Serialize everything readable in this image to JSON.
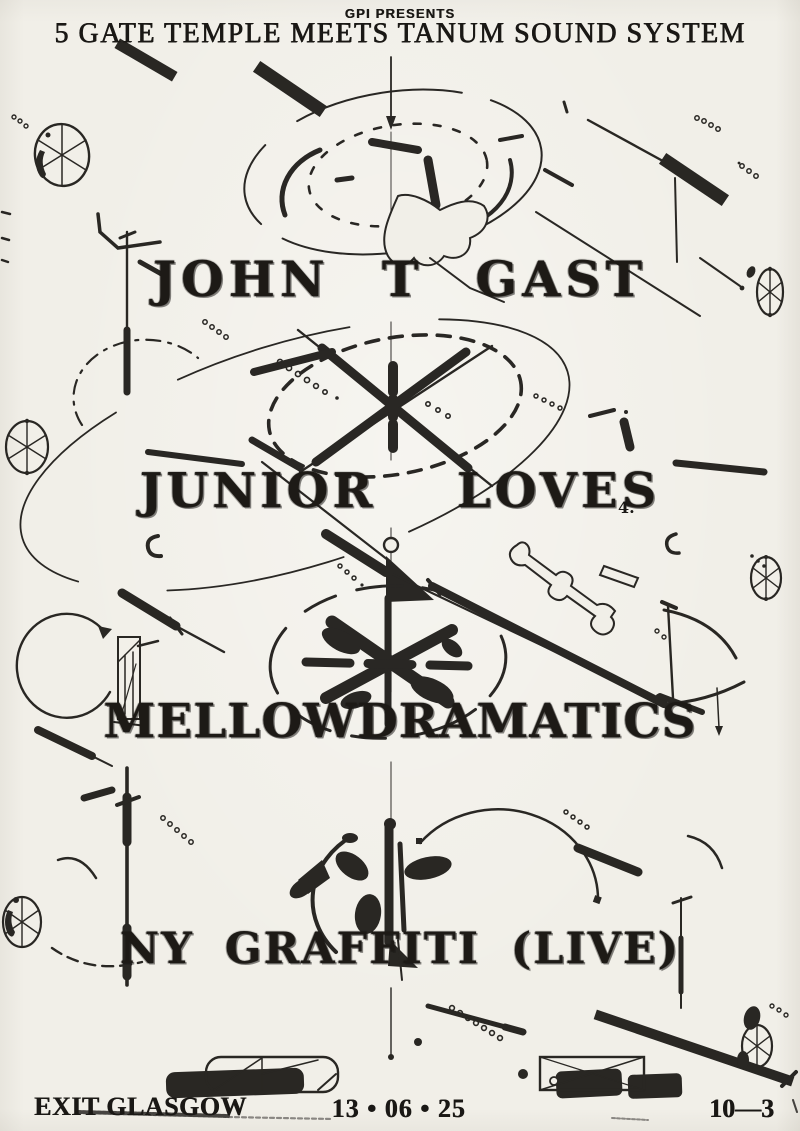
{
  "poster": {
    "presents": "GPI PRESENTS",
    "title": "5 GATE TEMPLE MEETS TANUM SOUND SYSTEM",
    "lineup": [
      {
        "name": "JOHN T GAST"
      },
      {
        "name": "JUNIOR LOVES"
      },
      {
        "name": "MELLOWDRAMATICS"
      },
      {
        "name": "NY GRAFFITI (LIVE)"
      }
    ],
    "margin_note": "4.",
    "footer": {
      "venue": "EXIT GLASGOW",
      "date": "13 • 06 • 25",
      "time": "10—3"
    }
  },
  "colors": {
    "paper": "#f1efe8",
    "ink": "#1a1815"
  },
  "decor_icons": [
    "spoke-wheel-icon",
    "exploded-ellipse-diagram",
    "crossed-bars-ellipse-diagram",
    "ink-wheel-diagram",
    "ink-figure-diagram",
    "dotted-trail",
    "technical-rod"
  ]
}
